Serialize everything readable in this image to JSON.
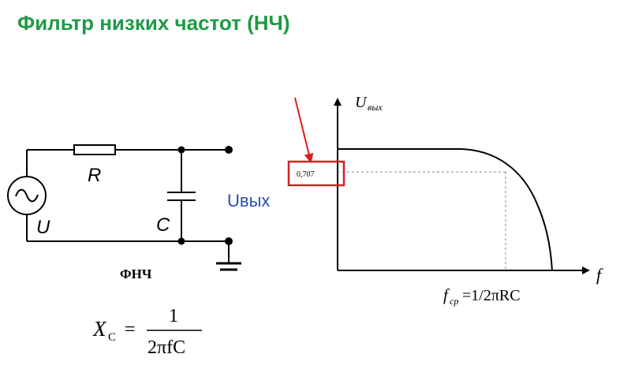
{
  "page": {
    "title": "Фильтр низких частот (НЧ)",
    "title_color": "#1e9a44"
  },
  "circuit": {
    "resistor_label": "R",
    "capacitor_label": "C",
    "source_label": "U",
    "output_label": "Uвых",
    "output_label_color": "#2b4fa8",
    "caption": "ФНЧ",
    "source_icon": "ac-source-icon",
    "ground_icon": "ground-icon"
  },
  "formula": {
    "lhs_main": "X",
    "lhs_sub": "C",
    "equals": "=",
    "numerator": "1",
    "denominator": "2πfC"
  },
  "graph": {
    "y_axis_main": "U",
    "y_axis_sub": "вых",
    "x_axis_label": "f",
    "marker_value": "0,707",
    "cutoff_main": "f",
    "cutoff_sub": "ср",
    "cutoff_rhs": "=1/2πRC",
    "highlight_color": "#d42020"
  }
}
